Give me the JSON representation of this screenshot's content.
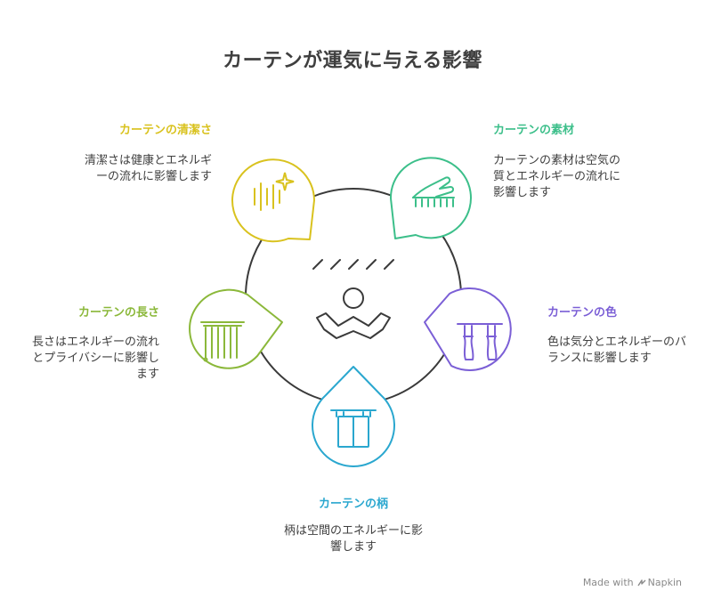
{
  "title": "カーテンが運気に与える影響",
  "center_icon": "meditating-person-icon",
  "nodes": {
    "cleanliness": {
      "label": "カーテンの清潔さ",
      "desc": "清潔さは健康とエネルギーの流れに影響します",
      "color": "#d9c21e",
      "icon": "sparkle-lines-icon"
    },
    "material": {
      "label": "カーテンの素材",
      "desc": "カーテンの素材は空気の質とエネルギーの流れに影響します",
      "color": "#3cbf8a",
      "icon": "hand-fabric-icon"
    },
    "length": {
      "label": "カーテンの長さ",
      "desc": "長さはエネルギーの流れとプライバシーに影響します",
      "color": "#8bb83a",
      "icon": "long-curtain-icon"
    },
    "color": {
      "label": "カーテンの色",
      "desc": "色は気分とエネルギーのバランスに影響します",
      "color": "#7b5fd6",
      "icon": "tied-curtain-icon"
    },
    "pattern": {
      "label": "カーテンの柄",
      "desc": "柄は空間のエネルギーに影響します",
      "color": "#2aa7cf",
      "icon": "drape-curtain-icon"
    }
  },
  "footer": {
    "made_with": "Made with",
    "brand": "Napkin"
  }
}
